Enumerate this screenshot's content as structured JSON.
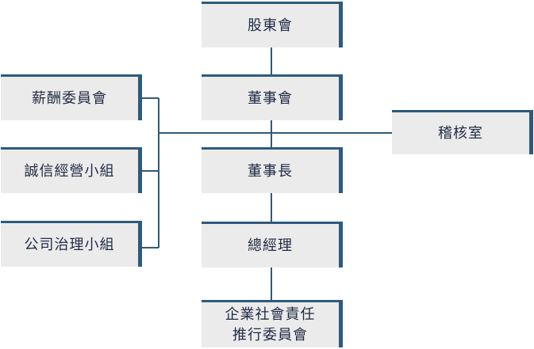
{
  "org_chart": {
    "shareholders_meeting": "股東會",
    "board_of_directors": "董事會",
    "chairman": "董事長",
    "general_manager": "總經理",
    "csr_committee": [
      "企業社會責任",
      "推行委員會"
    ],
    "internal_audit": "稽核室",
    "remuneration_committee": "薪酬委員會",
    "integrity_team": "誠信經營小組",
    "governance_team": "公司治理小組"
  }
}
